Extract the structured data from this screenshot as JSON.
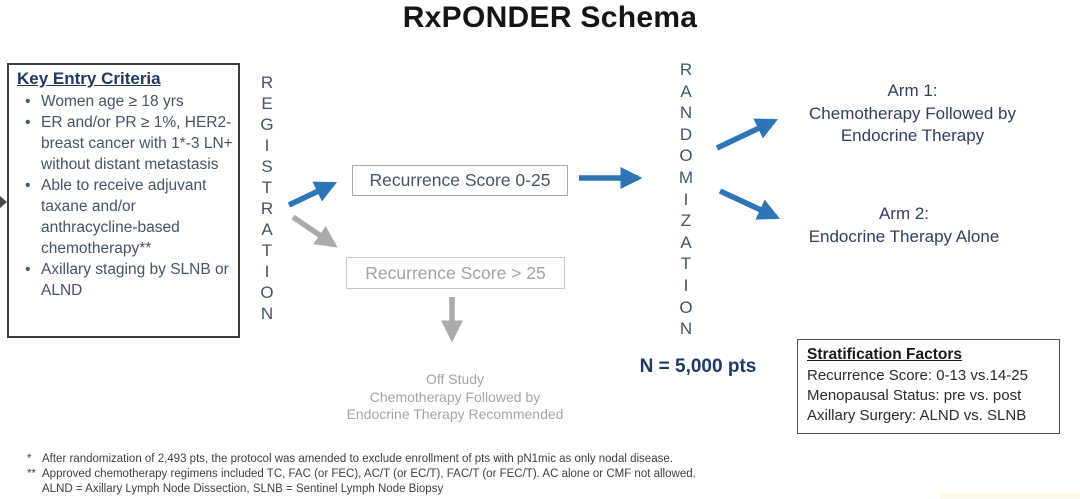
{
  "title": "RxPONDER Schema",
  "colors": {
    "arrow_blue": "#2E75B6",
    "arrow_gray": "#ABABAB",
    "navy": "#1F3864",
    "slate_text": "#44546A",
    "gray_text": "#A2A2A2",
    "box_border_dark": "#3d3d3d"
  },
  "criteria": {
    "heading": "Key Entry Criteria",
    "items": [
      "Women age ≥ 18 yrs",
      "ER and/or PR ≥ 1%, HER2- breast cancer with 1*-3 LN+ without distant metastasis",
      "Able to receive adjuvant taxane and/or anthracycline-based chemotherapy**",
      "Axillary staging by SLNB or ALND"
    ]
  },
  "registration": {
    "vertical": "R\nE\nG\nI\nS\nT\nR\nA\nT\nI\nO\nN"
  },
  "randomization": {
    "vertical": "R\nA\nN\nD\nO\nM\nI\nZ\nA\nT\nI\nO\nN",
    "n_label": "N = 5,000 pts"
  },
  "score_boxes": {
    "low": "Recurrence Score 0-25",
    "high": "Recurrence Score > 25"
  },
  "off_study": "Off Study\nChemotherapy Followed by\nEndocrine Therapy Recommended",
  "arms": {
    "arm1": "Arm 1:\nChemotherapy Followed by\nEndocrine Therapy",
    "arm2": "Arm 2:\nEndocrine Therapy Alone"
  },
  "stratification": {
    "heading": "Stratification Factors",
    "items": [
      "Recurrence Score: 0-13 vs.14-25",
      "Menopausal Status: pre vs. post",
      "Axillary Surgery: ALND vs. SLNB"
    ]
  },
  "footnotes": [
    {
      "marker": "*",
      "text": "After randomization of 2,493 pts, the protocol was amended to exclude enrollment of pts with pN1mic as only nodal disease."
    },
    {
      "marker": "**",
      "text": "Approved chemotherapy regimens included TC, FAC (or FEC), AC/T (or EC/T), FAC/T (or FEC/T). AC alone or CMF not allowed."
    },
    {
      "marker": "",
      "text": "ALND = Axillary Lymph Node Dissection, SLNB = Sentinel Lymph Node Biopsy"
    }
  ]
}
